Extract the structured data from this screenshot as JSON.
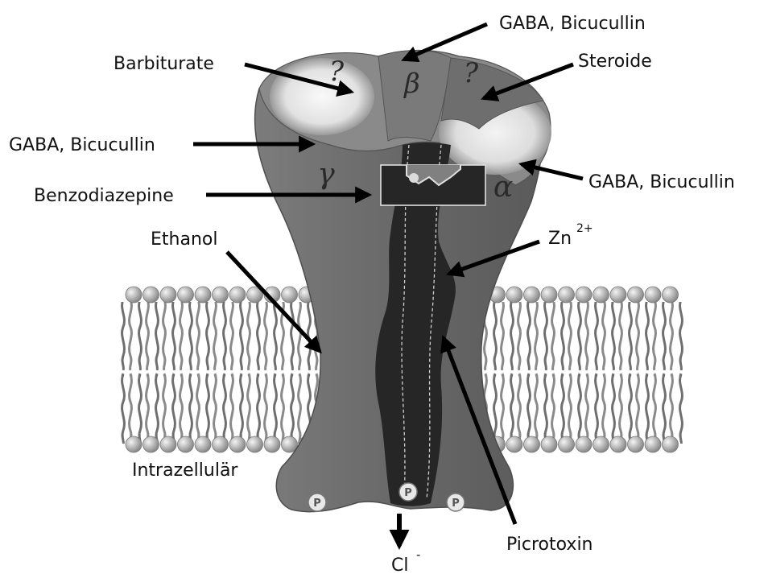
{
  "labels": {
    "gaba_top": "GABA, Bicucullin",
    "barbiturate": "Barbiturate",
    "steroide": "Steroide",
    "gaba_left": "GABA, Bicucullin",
    "gaba_right": "GABA, Bicucullin",
    "benzodiazepine": "Benzodiazepine",
    "ethanol": "Ethanol",
    "zn": "Zn",
    "zn_charge": "2+",
    "intrazellular": "Intrazellulär",
    "picrotoxin": "Picrotoxin",
    "cl": "Cl",
    "cl_charge": "-"
  },
  "subunits": {
    "alpha": "α",
    "beta": "β",
    "gamma": "γ",
    "unknown_left": "?",
    "unknown_right": "?"
  },
  "phospho": [
    "P",
    "P",
    "P"
  ],
  "colors": {
    "receptor": "#6b6b6b",
    "channel": "#2b2b2b",
    "membrane_head": "#bdbdbd",
    "arrow": "#000000"
  }
}
